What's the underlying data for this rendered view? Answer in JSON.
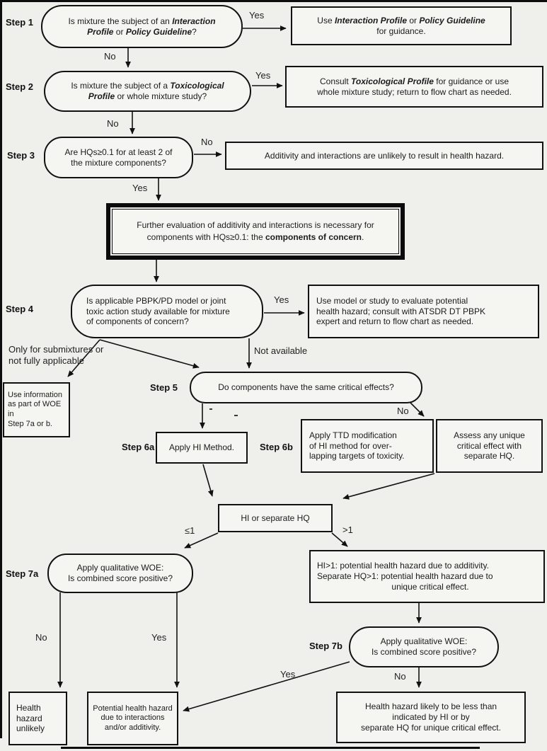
{
  "labels": {
    "step1": "Step 1",
    "step2": "Step 2",
    "step3": "Step 3",
    "step4": "Step 4",
    "step5": "Step 5",
    "step6a": "Step 6a",
    "step6b": "Step 6b",
    "step7a": "Step 7a",
    "step7b": "Step 7b"
  },
  "edges": {
    "step1_yes": "Yes",
    "step1_no": "No",
    "step2_yes": "Yes",
    "step2_no": "No",
    "step3_no": "No",
    "step3_yes": "Yes",
    "step4_yes": "Yes",
    "submix_line1": "Only for submixtures or",
    "submix_line2": "not fully applicable",
    "not_available": "Not available",
    "step5_no": "No",
    "hi_le1": "≤1",
    "hi_gt1": ">1",
    "step7a_no": "No",
    "step7a_yes": "Yes",
    "step7b_yes": "Yes",
    "step7b_no": "No"
  },
  "nodes": {
    "q1": {
      "r0": "Is mixture the subject of an ",
      "r1": "Interaction",
      "r2": "Profile",
      "r3": " or ",
      "r4": "Policy Guideline",
      "r5": "?"
    },
    "r1": {
      "r0": "Use ",
      "r1": "Interaction Profile",
      "r2": " or ",
      "r3": "Policy Guideline",
      "line2": "for guidance."
    },
    "q2": {
      "r0": "Is mixture the subject of a ",
      "r1": "Toxicological",
      "r2": "Profile",
      "r3": " or whole mixture study?"
    },
    "r2": {
      "r0": "Consult ",
      "r1": "Toxicological Profile",
      "r2": " for guidance or use",
      "line2": "whole mixture study; return to flow chart as needed."
    },
    "q3": {
      "line1": "Are HQs≥0.1 for at least 2 of",
      "line2": "the mixture components?"
    },
    "r3": {
      "line1": "Additivity and interactions are unlikely to result in health hazard."
    },
    "emph": {
      "line1": "Further evaluation of additivity and interactions is necessary for",
      "r0": "components with HQs≥0.1: the ",
      "r1": "components of concern",
      "r2": "."
    },
    "q4": {
      "line1": "Is applicable PBPK/PD model or joint",
      "line2": "toxic action study available for mixture",
      "line3": "of components of concern?"
    },
    "r4": {
      "line1": "Use model or study to evaluate potential",
      "line2": "health hazard; consult with ATSDR DT PBPK",
      "line3": "expert and return to flow chart as needed."
    },
    "woe": {
      "line1": "Use information",
      "line2": "as part of WOE in",
      "line3": "Step 7a or b."
    },
    "q5": {
      "line1": "Do components have the same critical effects?"
    },
    "s6a": {
      "line1": "Apply HI Method."
    },
    "ttd": {
      "line1": "Apply TTD modification",
      "line2": "of HI method for over-",
      "line3": "lapping targets of toxicity."
    },
    "assess": {
      "line1": "Assess any unique",
      "line2": "critical effect with",
      "line3": "separate HQ."
    },
    "hi": {
      "line1": "HI or separate HQ"
    },
    "q7a": {
      "line1": "Apply qualitative WOE:",
      "line2": "Is combined score positive?"
    },
    "hi1": {
      "line1": "HI>1: potential health hazard due to additivity.",
      "line2": "Separate HQ>1: potential health hazard due to",
      "line3": "unique critical effect."
    },
    "q7b": {
      "line1": "Apply qualitative WOE:",
      "line2": "Is combined score positive?"
    },
    "out1": {
      "line1": "Health",
      "line2": "hazard",
      "line3": "unlikely"
    },
    "out2": {
      "line1": "Potential health hazard",
      "line2": "due to interactions",
      "line3": "and/or additivity."
    },
    "out3": {
      "line1": "Health hazard likely to be less than",
      "line2": "indicated by HI or by",
      "line3": "separate HQ for unique critical effect."
    }
  },
  "colors": {
    "line": "#111111",
    "background": "#efefec",
    "node_bg": "#f5f5f2"
  }
}
